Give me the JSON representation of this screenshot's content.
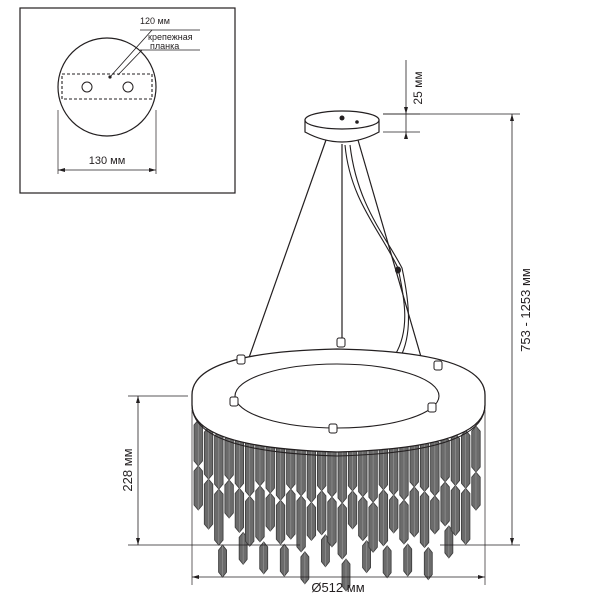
{
  "inset": {
    "plate_width_label": "120 мм",
    "mounting_bar_label_line1": "крепежная",
    "mounting_bar_label_line2": "планка",
    "canopy_diameter_label": "130 мм"
  },
  "dimensions": {
    "canopy_height_label": "25 мм",
    "total_height_label": "753 - 1253 мм",
    "body_height_label": "228 мм",
    "diameter_label": "Ø512 мм"
  },
  "colors": {
    "line": "#231f20",
    "crystal": "#6b6b6b",
    "crystal_dark": "#3a3a3a",
    "background": "#ffffff"
  }
}
